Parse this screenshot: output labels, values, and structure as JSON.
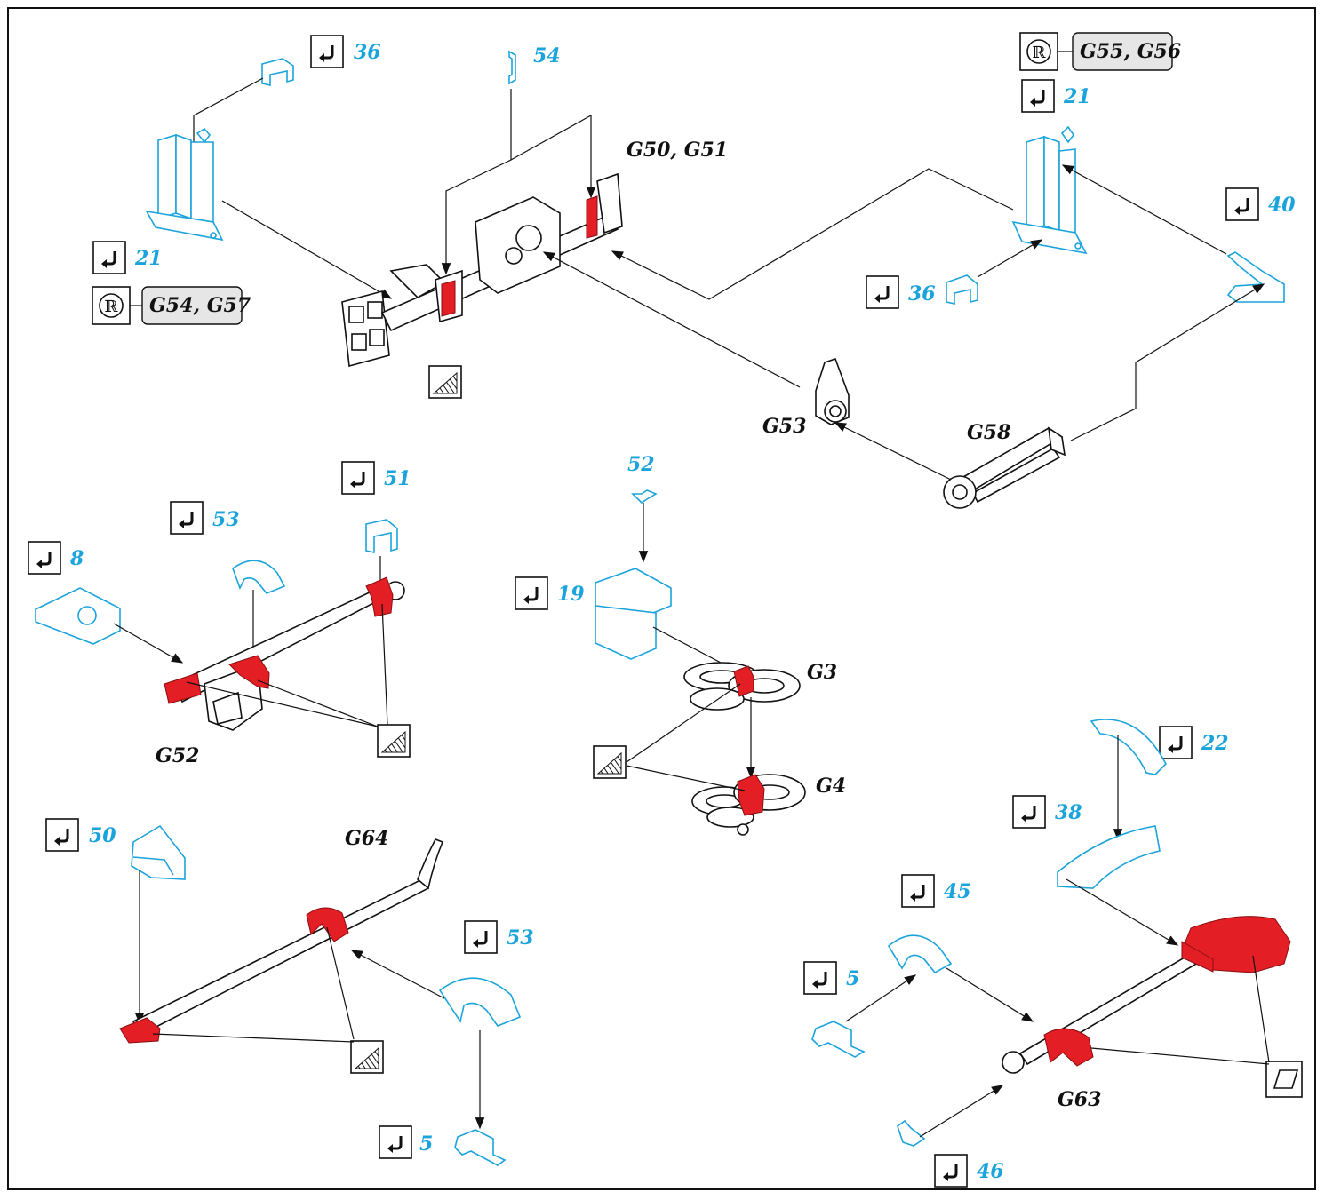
{
  "labels": {
    "n36a": "36",
    "n54": "54",
    "n21a": "21",
    "g54_57": "G54, G57",
    "g50_51": "G50, G51",
    "g55_56": "G55, G56",
    "n21b": "21",
    "n40": "40",
    "n36b": "36",
    "g53": "G53",
    "g58": "G58",
    "n51": "51",
    "n53a": "53",
    "n8": "8",
    "g52": "G52",
    "n52": "52",
    "n19": "19",
    "g3": "G3",
    "g4": "G4",
    "n22": "22",
    "n38": "38",
    "n45": "45",
    "n5a": "5",
    "g63": "G63",
    "n46": "46",
    "n50": "50",
    "g64": "G64",
    "n53b": "53",
    "n5b": "5"
  },
  "colors": {
    "part_number": "#1ba3dc",
    "highlight": "#e31e24",
    "callout_bg": "#e6e6e6"
  },
  "icons": {
    "step": "arrow-hook-icon",
    "repeat": "registered-r-icon",
    "glue": "hatched-glue-icon",
    "clear_part": "parallelogram-icon"
  },
  "symbols": {
    "repeat": "ℝ"
  }
}
